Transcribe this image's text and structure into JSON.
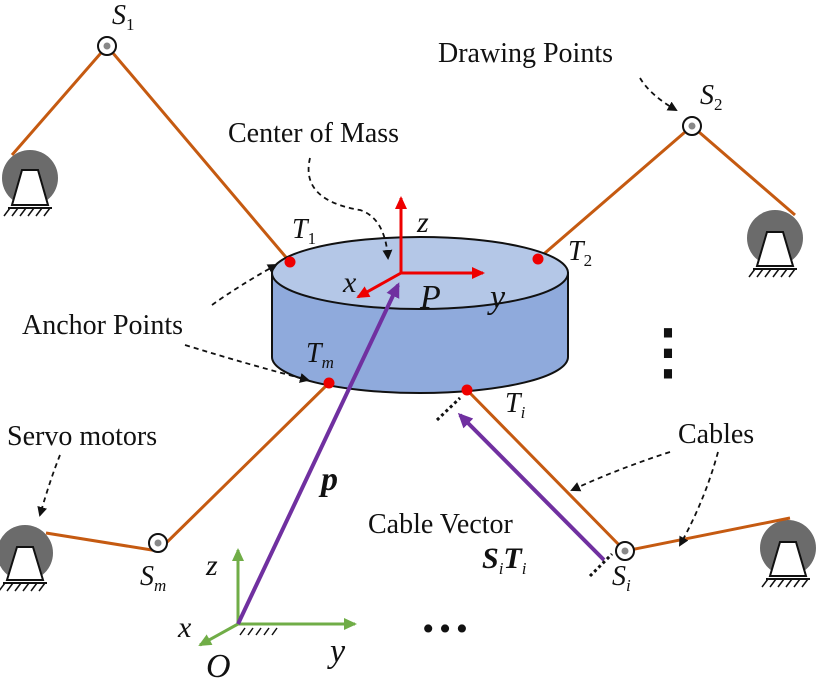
{
  "labels": {
    "drawing_points": "Drawing Points",
    "center_of_mass": "Center of Mass",
    "anchor_points": "Anchor Points",
    "servo_motors": "Servo motors",
    "cables": "Cables",
    "cable_vector_title": "Cable Vector",
    "ellipsis_right": "⋮",
    "ellipsis_bottom": "…"
  },
  "symbols": {
    "S": "S",
    "T": "T",
    "sub_1": "1",
    "sub_2": "2",
    "sub_m": "m",
    "sub_i": "i",
    "P": "P",
    "p": "p",
    "O": "O",
    "x": "x",
    "y": "y",
    "z": "z"
  },
  "colors": {
    "cable": "#c55a11",
    "axis_platform": "#ee0000",
    "axis_world": "#70ad47",
    "vector": "#7030a0",
    "platform_top": "#b4c7e7",
    "platform_side": "#8faadc",
    "anchor_point": "#ee0000",
    "motor": "#6b6b6b"
  }
}
